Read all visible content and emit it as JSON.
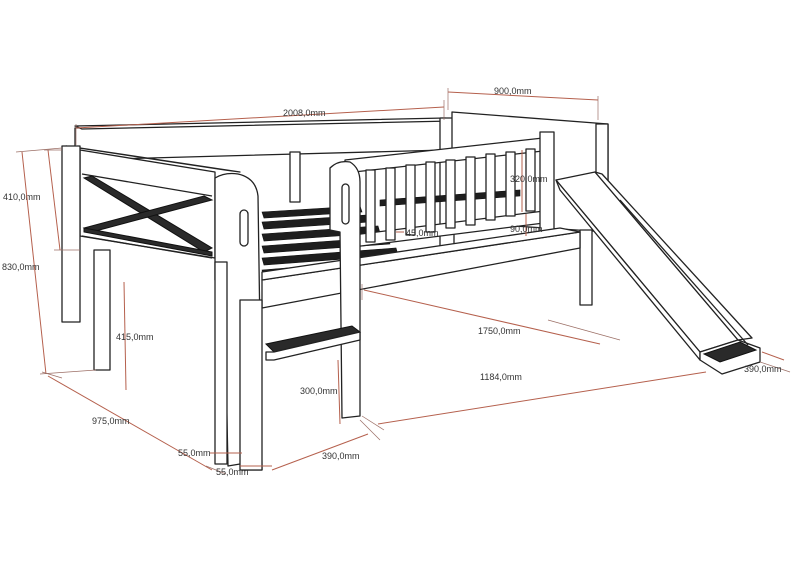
{
  "dimensions": {
    "overall_length": "2008,0mm",
    "slide_length": "900,0mm",
    "headboard_height": "410,0mm",
    "total_height": "830,0mm",
    "rail_height": "320,0mm",
    "rail_gap": "45,0mm",
    "rail_bottom_gap": "90,0mm",
    "under_bed_height": "415,0mm",
    "inner_length": "1750,0mm",
    "slide_width": "390,0mm",
    "ladder_step_height": "300,0mm",
    "ladder_offset": "1184,0mm",
    "bed_width": "975,0mm",
    "post_width_a": "55,0mm",
    "post_width_b": "55,0mm",
    "ladder_width": "390,0mm"
  },
  "colors": {
    "dimension_line": "#b5604d",
    "outline": "#222222",
    "background": "#ffffff"
  }
}
